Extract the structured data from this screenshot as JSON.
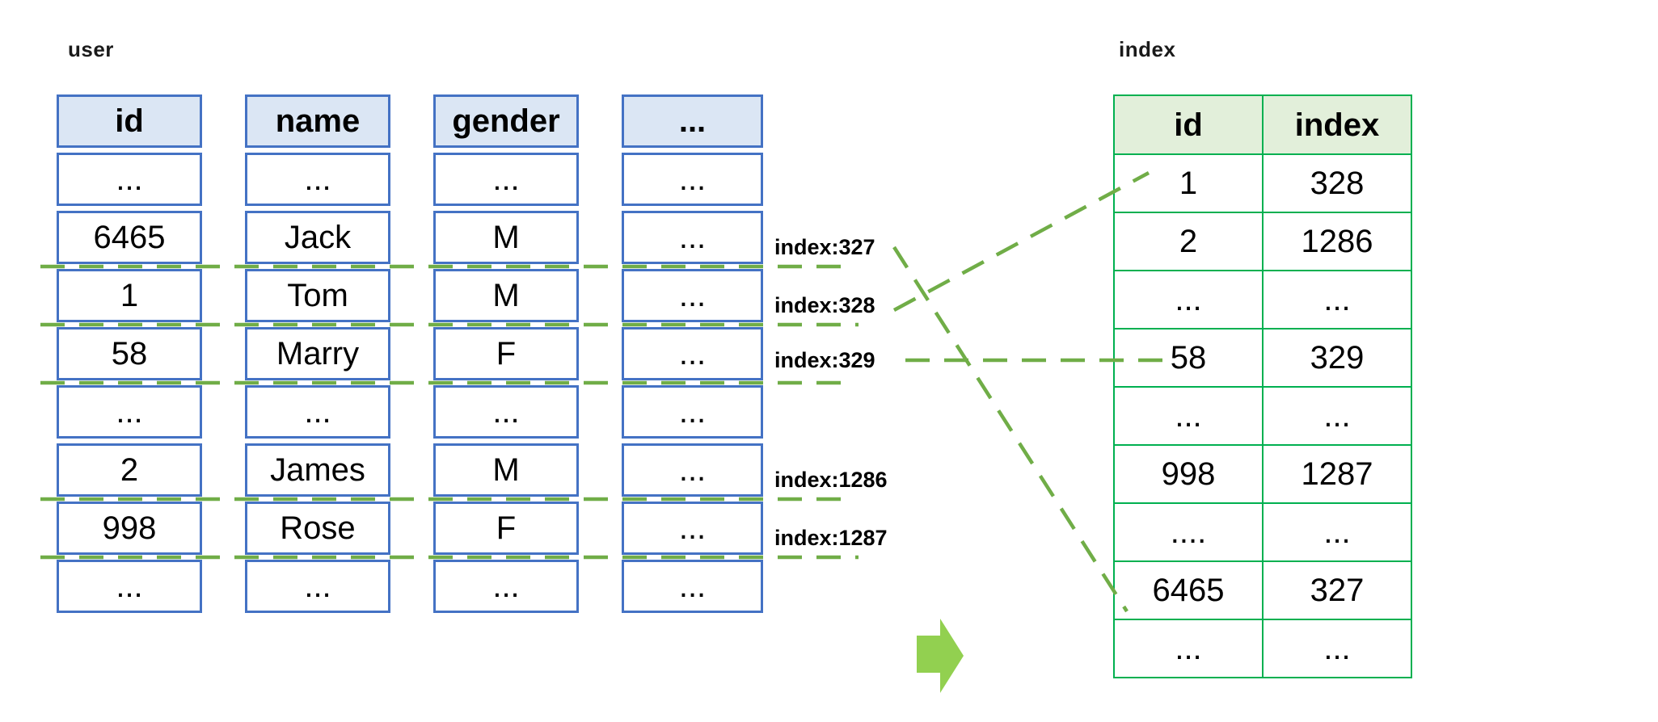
{
  "user_table": {
    "title": "user",
    "columns": [
      {
        "header": "id",
        "cells": [
          "...",
          "6465",
          "1",
          "58",
          "...",
          "2",
          "998",
          "..."
        ]
      },
      {
        "header": "name",
        "cells": [
          "...",
          "Jack",
          "Tom",
          "Marry",
          "...",
          "James",
          "Rose",
          "..."
        ]
      },
      {
        "header": "gender",
        "cells": [
          "...",
          "M",
          "M",
          "F",
          "...",
          "M",
          "F",
          "..."
        ]
      },
      {
        "header": "...",
        "cells": [
          "...",
          "...",
          "...",
          "...",
          "...",
          "...",
          "...",
          "..."
        ]
      }
    ]
  },
  "pointer_labels": [
    {
      "text": "index:327"
    },
    {
      "text": "index:328"
    },
    {
      "text": "index:329"
    },
    {
      "text": "index:1286"
    },
    {
      "text": "index:1287"
    }
  ],
  "index_table": {
    "title": "index",
    "headers": [
      "id",
      "index"
    ],
    "rows": [
      [
        "1",
        "328"
      ],
      [
        "2",
        "1286"
      ],
      [
        "...",
        "..."
      ],
      [
        "58",
        "329"
      ],
      [
        "...",
        "..."
      ],
      [
        "998",
        "1287"
      ],
      [
        "....",
        "..."
      ],
      [
        "6465",
        "327"
      ],
      [
        "...",
        "..."
      ]
    ]
  },
  "arrow": {
    "direction": "right"
  },
  "colors": {
    "blue_border": "#4472C4",
    "blue_fill": "#DBE6F4",
    "green_border": "#00B050",
    "green_fill": "#E2EFDA",
    "connector_green": "#70AD47",
    "arrow_green": "#92D050",
    "text": "#000000"
  }
}
